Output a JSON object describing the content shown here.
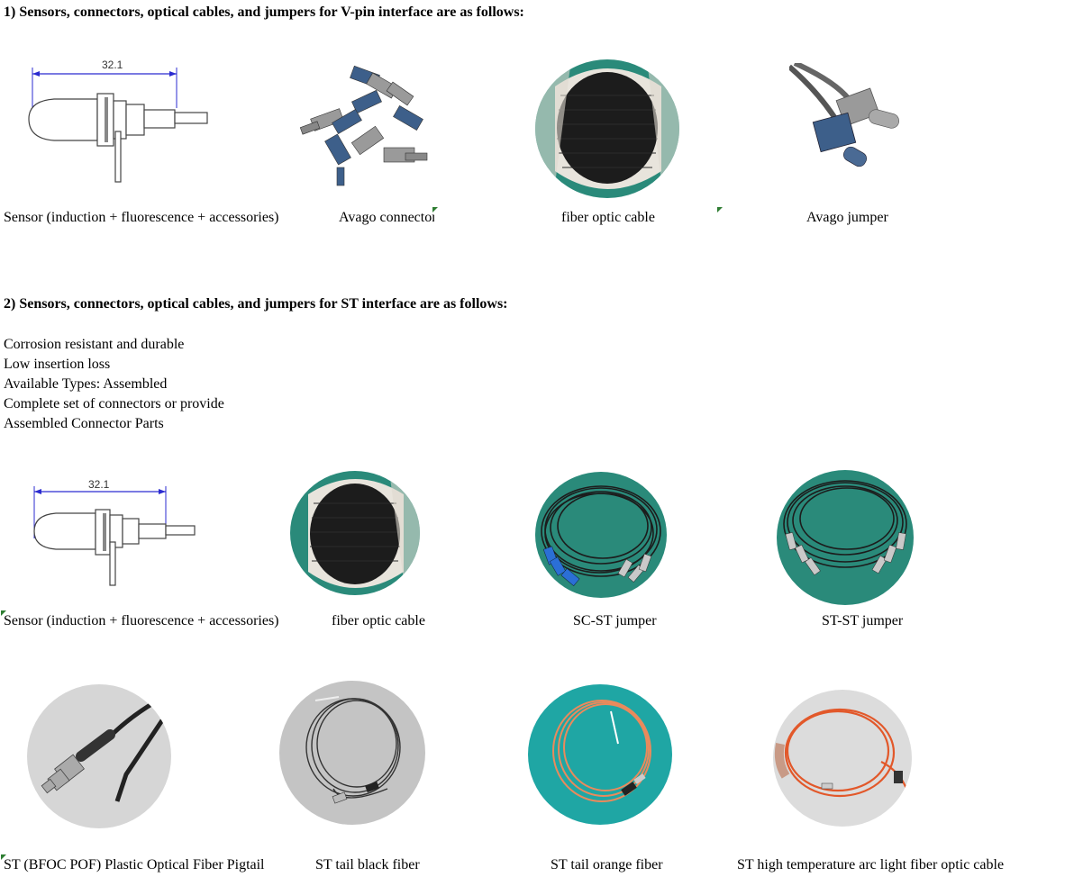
{
  "section1": {
    "heading": "1) Sensors, connectors, optical cables, and jumpers for V-pin interface are as follows:",
    "items": [
      {
        "caption": "Sensor (induction + fluorescence + accessories)",
        "image": "sensor-drawing",
        "dimension": "32.1"
      },
      {
        "caption": "Avago connector",
        "image": "avago-connectors-photo"
      },
      {
        "caption": "fiber optic cable",
        "image": "fiber-spool-photo"
      },
      {
        "caption": "Avago jumper",
        "image": "avago-jumper-photo"
      }
    ]
  },
  "section2": {
    "heading": "2) Sensors, connectors, optical cables, and jumpers for ST interface are as follows:",
    "features": [
      "Corrosion resistant and durable",
      "Low insertion loss",
      "Available Types: Assembled",
      "Complete set of connectors or provide",
      "Assembled Connector Parts"
    ],
    "row1": [
      {
        "caption": "Sensor (induction + fluorescence + accessories)",
        "image": "sensor-drawing",
        "dimension": "32.1"
      },
      {
        "caption": "fiber optic cable",
        "image": "fiber-spool-photo"
      },
      {
        "caption": "SC-ST jumper",
        "image": "sc-st-jumper-photo"
      },
      {
        "caption": "ST-ST  jumper",
        "image": "st-st-jumper-photo"
      }
    ],
    "row2": [
      {
        "caption": "ST (BFOC POF) Plastic Optical Fiber Pigtail",
        "image": "pof-pigtail-photo"
      },
      {
        "caption": "ST tail black fiber",
        "image": "black-fiber-photo"
      },
      {
        "caption": "ST tail orange fiber",
        "image": "orange-fiber-photo"
      },
      {
        "caption": "ST high temperature arc light fiber optic cable",
        "image": "arc-light-cable-photo"
      }
    ]
  },
  "colors": {
    "teal_bg": "#2a8a7a",
    "cable_black": "#1c1c1c",
    "connector_blue": "#3d5f8a",
    "connector_grey": "#9a9a9a",
    "orange_fiber": "#e98a5c",
    "dimension_blue": "#2b2bd0",
    "marker_green": "#2e7d32"
  }
}
